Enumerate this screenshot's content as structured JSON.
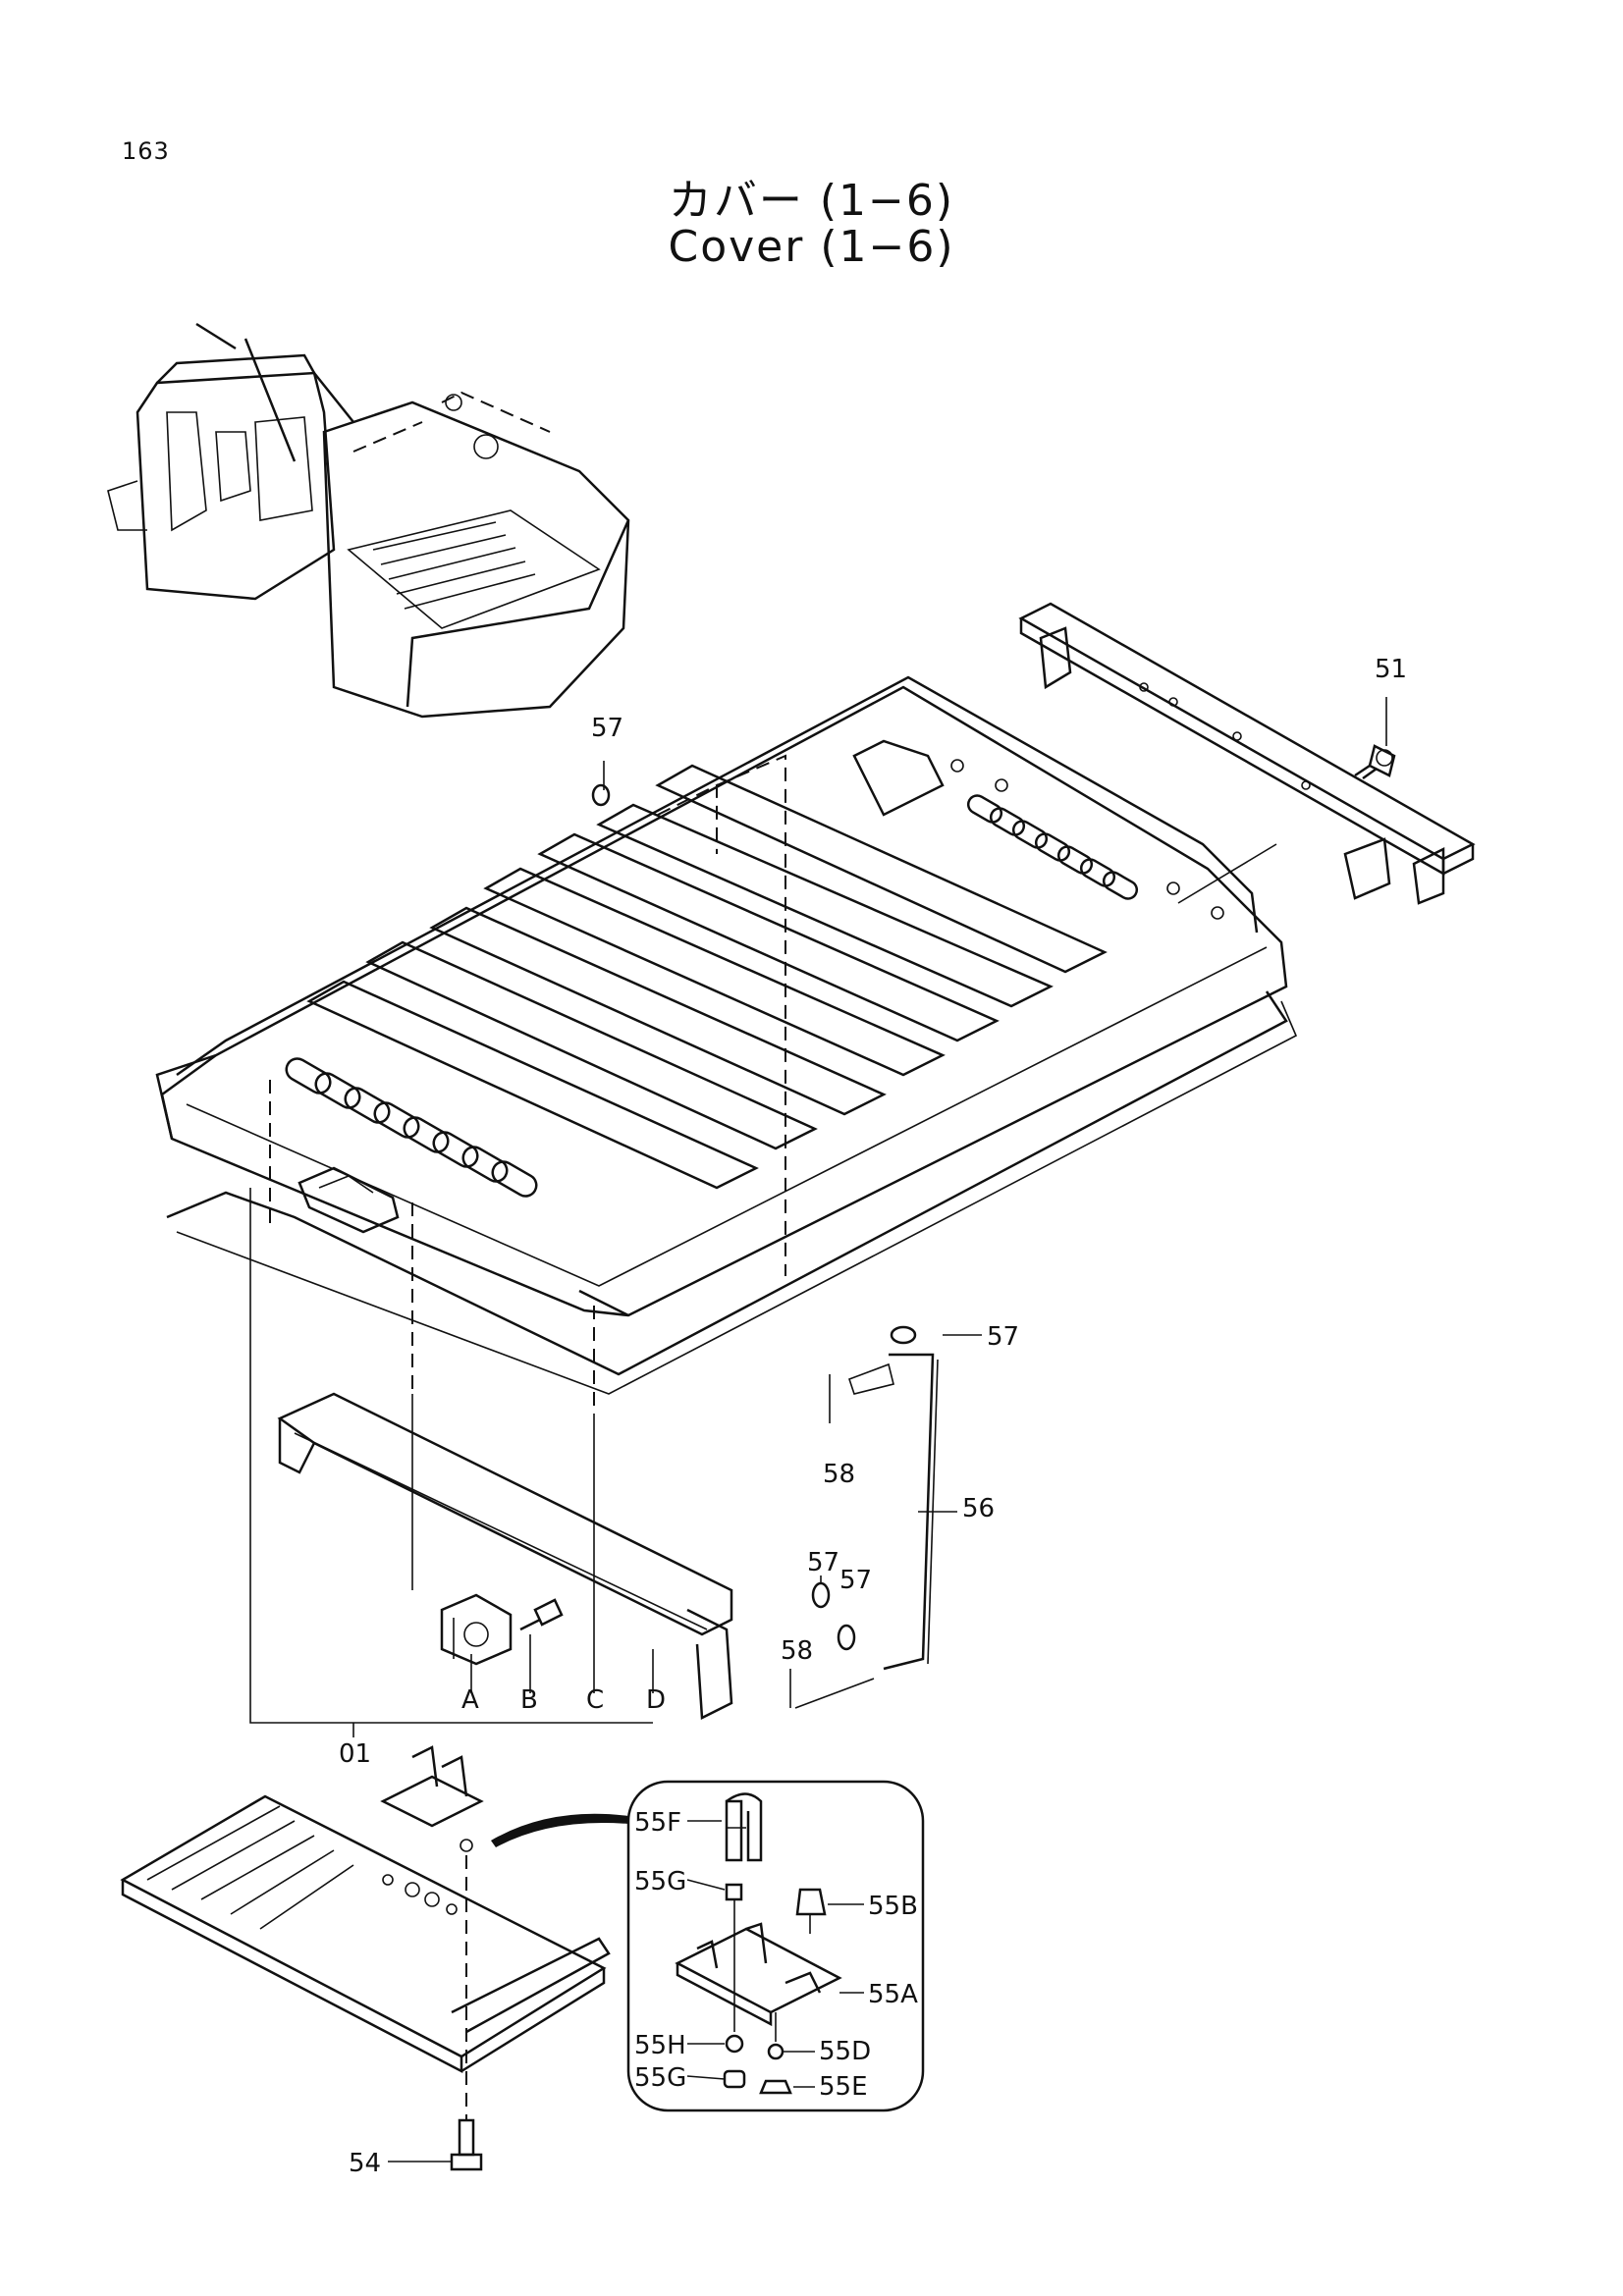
{
  "page_number": "163",
  "title_ja": "カバー (1−6)",
  "title_en": "Cover (1−6)",
  "callouts": {
    "c01": "01",
    "c51": "51",
    "c54": "54",
    "c55A": "55A",
    "c55B": "55B",
    "c55D": "55D",
    "c55E": "55E",
    "c55F": "55F",
    "c55G1": "55G",
    "c55G2": "55G",
    "c55H": "55H",
    "c56": "56",
    "c57a": "57",
    "c57b": "57",
    "c57c": "57",
    "c57d": "57",
    "c58a": "58",
    "c58b": "58",
    "A": "A",
    "B": "B",
    "C": "C",
    "D": "D"
  }
}
